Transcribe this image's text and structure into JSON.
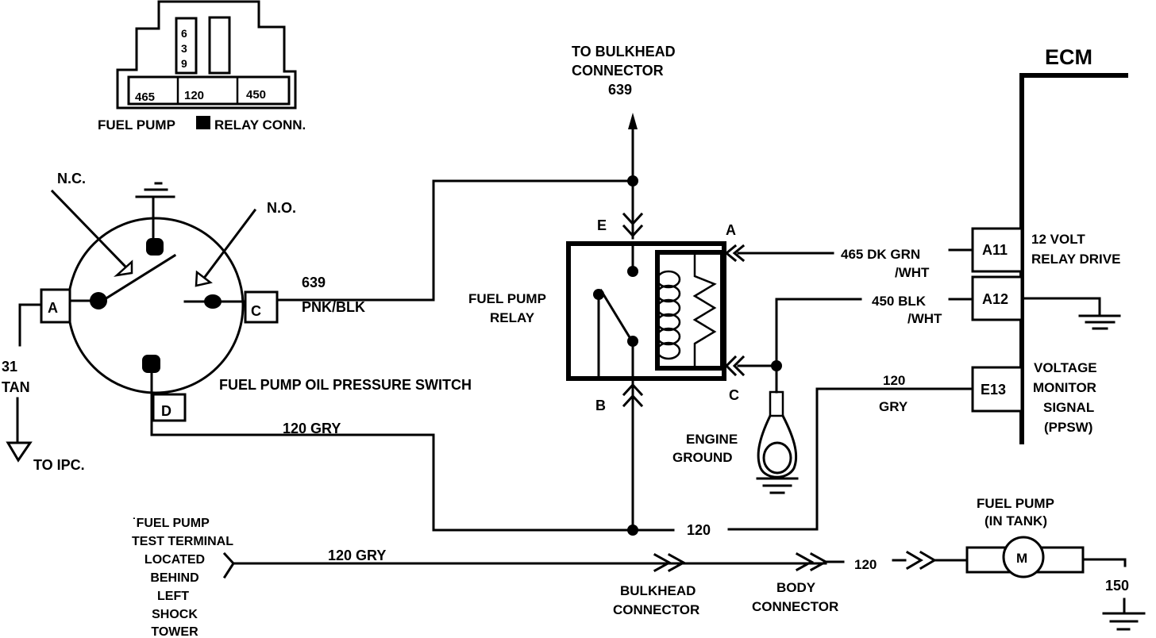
{
  "diagram": {
    "title": "Fuel Pump Relay / Oil Pressure Switch Wiring",
    "relay_connector": {
      "label_left": "FUEL PUMP",
      "label_right": "RELAY CONN.",
      "top_pin": [
        "6",
        "3",
        "9"
      ],
      "pins": [
        "465",
        "120",
        "450"
      ]
    },
    "oil_pressure_switch": {
      "title": "FUEL PUMP OIL PRESSURE SWITCH",
      "nc_label": "N.C.",
      "no_label": "N.O.",
      "terminals": {
        "a": "A",
        "c": "C",
        "d": "D"
      },
      "ipc_wire": [
        "31",
        "TAN"
      ],
      "ipc_label": "TO IPC."
    },
    "wires": {
      "w639_num": "639",
      "w639_color": "PNK/BLK",
      "w120_gry_top": "120 GRY",
      "w120_mid": "120",
      "w120_test": "120 GRY",
      "w120_body": "120",
      "w465_line1": "465 DK GRN",
      "w465_line2": "/WHT",
      "w450_line1": "450 BLK",
      "w450_line2": "/WHT",
      "w120_ecm_num": "120",
      "w120_ecm_color": "GRY",
      "w150": "150"
    },
    "bulkhead_top": [
      "TO BULKHEAD",
      "CONNECTOR",
      "639"
    ],
    "relay": {
      "label": [
        "FUEL PUMP",
        "RELAY"
      ],
      "pins": {
        "e": "E",
        "a": "A",
        "b": "B",
        "c": "C"
      }
    },
    "engine_ground": [
      "ENGINE",
      "GROUND"
    ],
    "ecm": {
      "title": "ECM",
      "pins": [
        {
          "id": "A11",
          "desc": [
            "12 VOLT",
            "RELAY DRIVE"
          ]
        },
        {
          "id": "A12",
          "desc": []
        },
        {
          "id": "E13",
          "desc": [
            "VOLTAGE",
            "MONITOR",
            "SIGNAL",
            "(PPSW)"
          ]
        }
      ]
    },
    "test_terminal": [
      "˙FUEL PUMP",
      "TEST TERMINAL",
      "LOCATED",
      "BEHIND",
      "LEFT",
      "SHOCK",
      "TOWER"
    ],
    "bulkhead_bottom": [
      "BULKHEAD",
      "CONNECTOR"
    ],
    "body_connector": [
      "BODY",
      "CONNECTOR"
    ],
    "fuel_pump": {
      "label": [
        "FUEL PUMP",
        "(IN TANK)"
      ],
      "motor": "M"
    }
  }
}
